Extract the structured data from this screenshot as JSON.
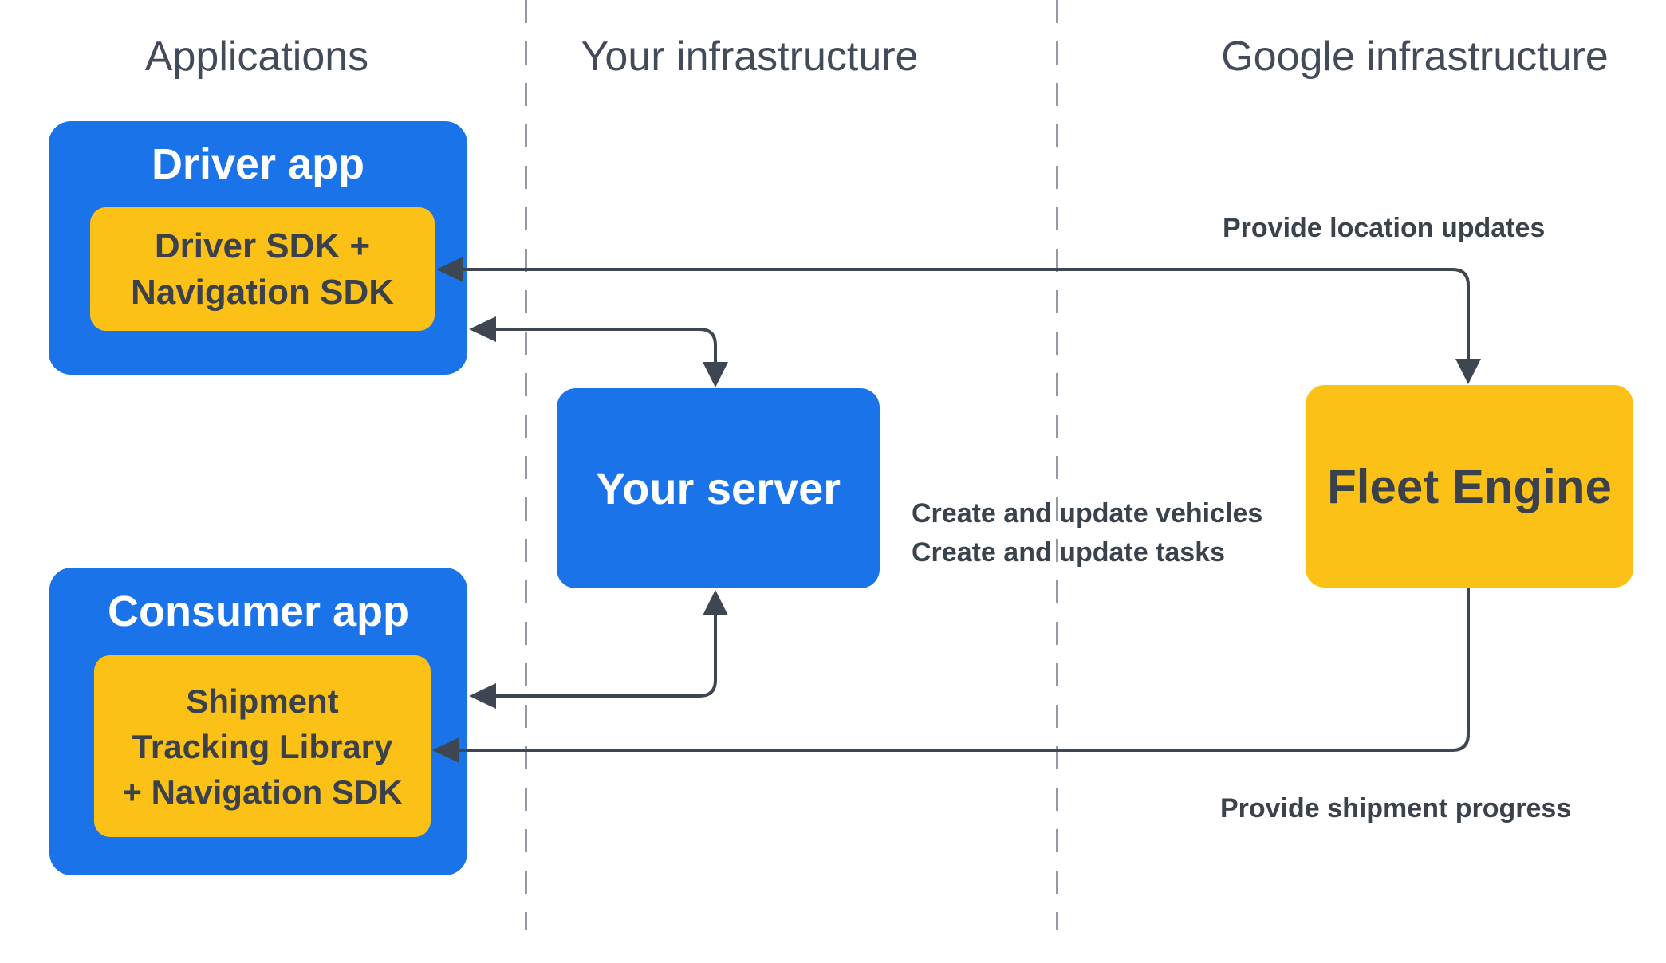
{
  "columns": {
    "applications": "Applications",
    "your_infrastructure": "Your infrastructure",
    "google_infrastructure": "Google infrastructure"
  },
  "nodes": {
    "driver_app": {
      "title": "Driver app",
      "sdk_lines": [
        "Driver SDK +",
        "Navigation SDK"
      ]
    },
    "consumer_app": {
      "title": "Consumer app",
      "sdk_lines": [
        "Shipment",
        "Tracking Library",
        "+ Navigation SDK"
      ]
    },
    "your_server": {
      "title": "Your server"
    },
    "fleet_engine": {
      "title": "Fleet Engine"
    }
  },
  "edge_labels": {
    "provide_location_updates": "Provide location updates",
    "create_update_lines": [
      "Create and update vehicles",
      "Create and update tasks"
    ],
    "provide_shipment_progress": "Provide shipment progress"
  },
  "colors": {
    "blue": "#1A73E8",
    "yellow": "#FBC117",
    "white": "#FFFFFF",
    "arrow": "#3E4651",
    "node_text": "#3A414B",
    "label_text": "#3A424C",
    "header_text": "#424B59",
    "divider": "#939AA4"
  }
}
